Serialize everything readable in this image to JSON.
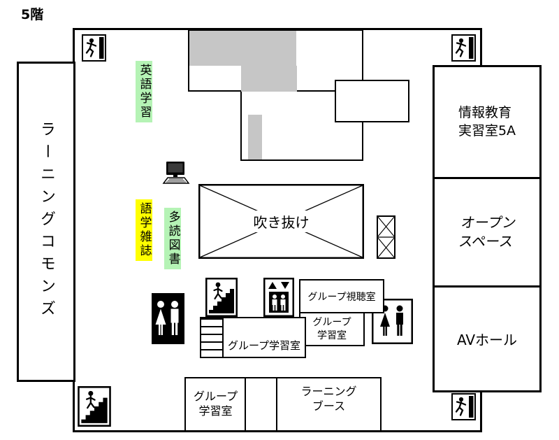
{
  "page": {
    "floor_label": "5階"
  },
  "colors": {
    "wall": "#000000",
    "service_area_gray": "#c6c6c6",
    "highlight_green": "#b5f3b5",
    "highlight_yellow": "#ffff00"
  },
  "rooms": {
    "learning_commons": {
      "label": "ラーニングコモンズ"
    },
    "info_education_room": {
      "line1": "情報教育",
      "line2": "実習室5A"
    },
    "open_space": {
      "line1": "オープン",
      "line2": "スペース"
    },
    "av_hall": {
      "label": "AVホール"
    },
    "atrium": {
      "label": "吹き抜け"
    },
    "group_av_room": {
      "label": "グループ視聴室"
    },
    "group_study_east": {
      "line1": "グループ",
      "line2": "学習室"
    },
    "group_study_center": {
      "label": "グループ学習室"
    },
    "group_study_south": {
      "line1": "グループ",
      "line2": "学習室"
    },
    "learning_booth": {
      "line1": "ラーニング",
      "line2": "ブース"
    }
  },
  "collection_labels": {
    "english_study": {
      "label": "英語学習",
      "highlight": "#b5f3b5"
    },
    "language_magazines": {
      "label": "語学雑誌",
      "highlight": "#ffff00"
    },
    "extensive_reading": {
      "label": "多読図書",
      "highlight": "#b5f3b5"
    }
  },
  "icons": {
    "exit": "emergency-exit-running-person",
    "stairs": "stairs-with-person",
    "elevator": "elevator-up-down-arrows",
    "restroom": "men-women-restroom",
    "computer": "desktop-computer",
    "atrium_cross": "void-cross-mark"
  }
}
